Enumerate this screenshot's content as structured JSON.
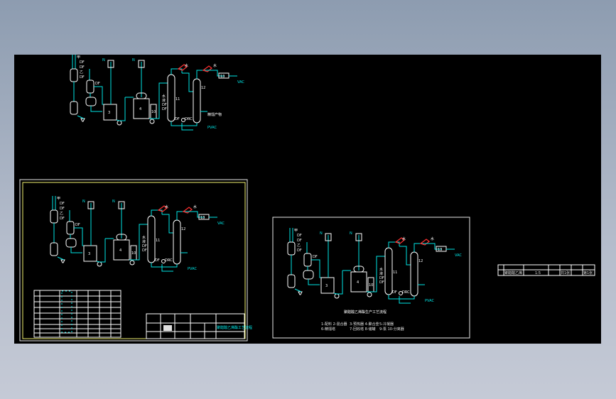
{
  "app": {
    "background": "#000000",
    "line_color": "#00e5e5",
    "accent": "#ff3030"
  },
  "flowsheet": {
    "labels": {
      "n2": "N",
      "water": "水",
      "vac": "VAC",
      "pvac": "PVAC",
      "drc": "DRC",
      "product": "精馏产物"
    }
  },
  "sheet_left": {
    "title_block_text": "聚醋酸乙烯酯工艺流程"
  },
  "sheet_right": {
    "caption": "聚醋酸乙烯酯生产工艺流程",
    "legend": [
      "1-配料 2-混合器",
      "3-预热器 4-聚合釜",
      "5-冷凝器",
      "6-精馏塔",
      "7-回收塔 8-储罐",
      "9-泵 10-分离器"
    ]
  },
  "title_strip": {
    "cells": [
      "聚醋酸乙烯",
      "1:5",
      "共1张",
      "第1张"
    ]
  }
}
